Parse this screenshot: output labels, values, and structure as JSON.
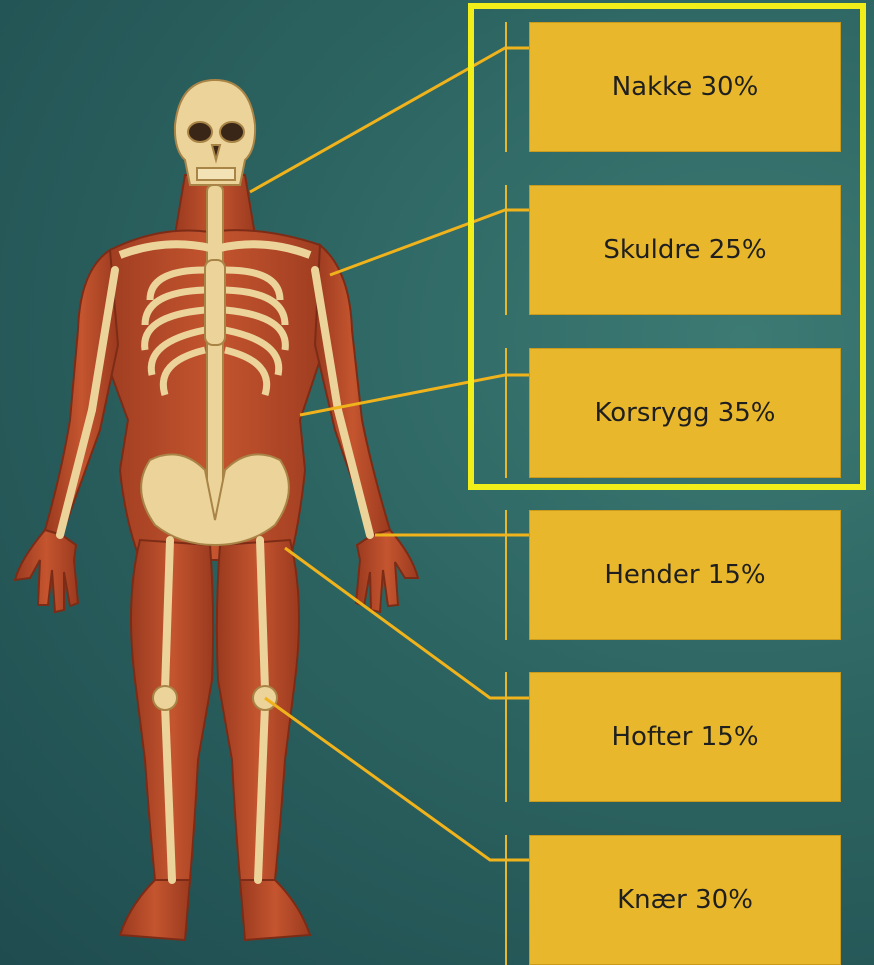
{
  "labels": [
    {
      "text": "Nakke 30%"
    },
    {
      "text": "Skuldre 25%"
    },
    {
      "text": "Korsrygg 35%"
    },
    {
      "text": "Hender 15%"
    },
    {
      "text": "Hofter 15%"
    },
    {
      "text": "Knær 30%"
    }
  ],
  "colors": {
    "background": "#2c6461",
    "label_fill": "#e8b72c",
    "connector": "#f0b31c",
    "highlight": "#f2ee1a",
    "muscle": "#b8492a",
    "bone": "#ecd39a"
  },
  "icons": [
    "human-anatomy-figure"
  ]
}
